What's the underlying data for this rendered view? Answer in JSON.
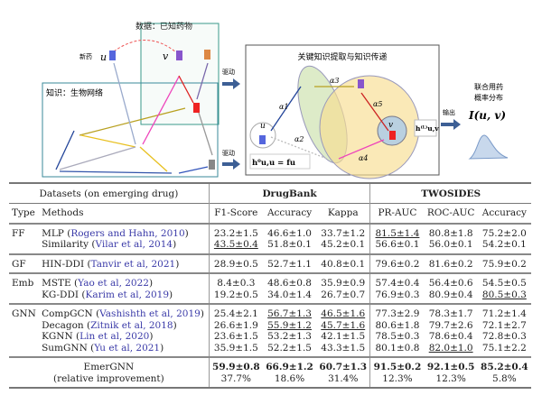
{
  "diagram": {
    "data_box_label": "数据：已知药物",
    "new_drug_label": "新药",
    "u": "u",
    "v": "v",
    "knowledge_box_label": "知识：生物网络",
    "drive_label_1": "驱动",
    "drive_label_2": "驱动",
    "center_title": "关键知识提取与知识传递",
    "alphas": [
      "α1",
      "α2",
      "α3",
      "α4",
      "α5"
    ],
    "h0_formula": "h⁰u,u = fu",
    "hL_formula": "h⁽ᴸ⁾u,v",
    "output_label": "输出",
    "result_label_1": "联合用药",
    "result_label_2": "概率分布",
    "result_formula": "I(u, v)"
  },
  "table": {
    "dataset_header": "Datasets (on emerging drug)",
    "groups": [
      "DrugBank",
      "TWOSIDES"
    ],
    "type_header": "Type",
    "methods_header": "Methods",
    "metrics": [
      "F1-Score",
      "Accuracy",
      "Kappa",
      "PR-AUC",
      "ROC-AUC",
      "Accuracy"
    ],
    "sections": [
      {
        "type": "FF",
        "rows": [
          {
            "method": "MLP",
            "ref": "Rogers and Hahn, 2010",
            "cells": [
              {
                "v": "23.2±1.5"
              },
              {
                "v": "46.6±1.0"
              },
              {
                "v": "33.7±1.2"
              },
              {
                "v": "81.5±1.4",
                "u": true
              },
              {
                "v": "80.8±1.8"
              },
              {
                "v": "75.2±2.0"
              }
            ]
          },
          {
            "method": "Similarity",
            "ref": "Vilar et al, 2014",
            "cells": [
              {
                "v": "43.5±0.4",
                "u": true
              },
              {
                "v": "51.8±0.1"
              },
              {
                "v": "45.2±0.1"
              },
              {
                "v": "56.6±0.1"
              },
              {
                "v": "56.0±0.1"
              },
              {
                "v": "54.2±0.1"
              }
            ]
          }
        ]
      },
      {
        "type": "GF",
        "rows": [
          {
            "method": "HIN-DDI",
            "ref": "Tanvir et al, 2021",
            "cells": [
              {
                "v": "28.9±0.5"
              },
              {
                "v": "52.7±1.1"
              },
              {
                "v": "40.8±0.1"
              },
              {
                "v": "79.6±0.2"
              },
              {
                "v": "81.6±0.2"
              },
              {
                "v": "75.9±0.2"
              }
            ]
          }
        ]
      },
      {
        "type": "Emb",
        "rows": [
          {
            "method": "MSTE",
            "ref": "Yao et al, 2022",
            "cells": [
              {
                "v": "8.4±0.3"
              },
              {
                "v": "48.6±0.8"
              },
              {
                "v": "35.9±0.9"
              },
              {
                "v": "57.4±0.4"
              },
              {
                "v": "56.4±0.6"
              },
              {
                "v": "54.5±0.5"
              }
            ]
          },
          {
            "method": "KG-DDI",
            "ref": "Karim et al, 2019",
            "cells": [
              {
                "v": "19.2±0.5"
              },
              {
                "v": "34.0±1.4"
              },
              {
                "v": "26.7±0.7"
              },
              {
                "v": "76.9±0.3"
              },
              {
                "v": "80.9±0.4"
              },
              {
                "v": "80.5±0.3",
                "u": true
              }
            ]
          }
        ]
      },
      {
        "type": "GNN",
        "rows": [
          {
            "method": "CompGCN",
            "ref": "Vashishth et al, 2019",
            "cells": [
              {
                "v": "25.4±2.1"
              },
              {
                "v": "56.7±1.3",
                "u": true
              },
              {
                "v": "46.5±1.6",
                "u": true
              },
              {
                "v": "77.3±2.9"
              },
              {
                "v": "78.3±1.7"
              },
              {
                "v": "71.2±1.4"
              }
            ]
          },
          {
            "method": "Decagon",
            "ref": "Zitnik et al, 2018",
            "cells": [
              {
                "v": "26.6±1.9"
              },
              {
                "v": "55.9±1.2",
                "u": true
              },
              {
                "v": "45.7±1.6",
                "u": true
              },
              {
                "v": "80.6±1.8"
              },
              {
                "v": "79.7±2.6"
              },
              {
                "v": "72.1±2.7"
              }
            ]
          },
          {
            "method": "KGNN",
            "ref": "Lin et al, 2020",
            "cells": [
              {
                "v": "23.6±1.5"
              },
              {
                "v": "53.2±1.3"
              },
              {
                "v": "42.1±1.5"
              },
              {
                "v": "78.5±0.3"
              },
              {
                "v": "78.6±0.4"
              },
              {
                "v": "72.8±0.3"
              }
            ]
          },
          {
            "method": "SumGNN",
            "ref": "Yu et al, 2021",
            "cells": [
              {
                "v": "35.9±1.5"
              },
              {
                "v": "52.2±1.5"
              },
              {
                "v": "43.3±1.5"
              },
              {
                "v": "80.1±0.8"
              },
              {
                "v": "82.0±1.0",
                "u": true
              },
              {
                "v": "75.1±2.2"
              }
            ]
          }
        ]
      }
    ],
    "ours": {
      "method": "EmerGNN",
      "sub": "(relative improvement)",
      "values": [
        "59.9±0.8",
        "66.9±1.2",
        "60.7±1.3",
        "91.5±0.2",
        "92.1±0.5",
        "85.2±0.4"
      ],
      "improvements": [
        "37.7%",
        "18.6%",
        "31.4%",
        "12.3%",
        "12.3%",
        "5.8%"
      ]
    }
  }
}
